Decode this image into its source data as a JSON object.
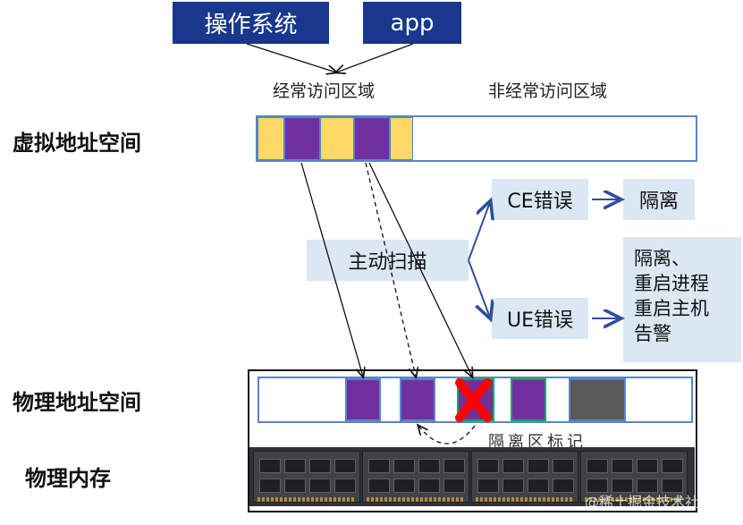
{
  "top_boxes": {
    "os": "操作系统",
    "app": "app"
  },
  "region_labels": {
    "frequent": "经常访问区域",
    "infrequent": "非经常访问区域"
  },
  "row_labels": {
    "virtual": "虚拟地址空间",
    "physical": "物理地址空间",
    "memory": "物理内存"
  },
  "process": {
    "scan": "主动扫描",
    "ce": "CE错误",
    "ue": "UE错误",
    "isolate": "隔离",
    "ue_actions": [
      "隔离、",
      "重启进程",
      "重启主机",
      "告警"
    ]
  },
  "isolation_label": "隔离区标记",
  "watermark": "@稀土掘金技术社区",
  "colors": {
    "navy": "#17388c",
    "yellow": "#ffd966",
    "purple": "#7030a0",
    "gray": "#595959",
    "light_blue": "#dbe7f2",
    "border_blue": "#5b84c8",
    "error_red": "#ff0000",
    "green_border": "#00b050"
  }
}
